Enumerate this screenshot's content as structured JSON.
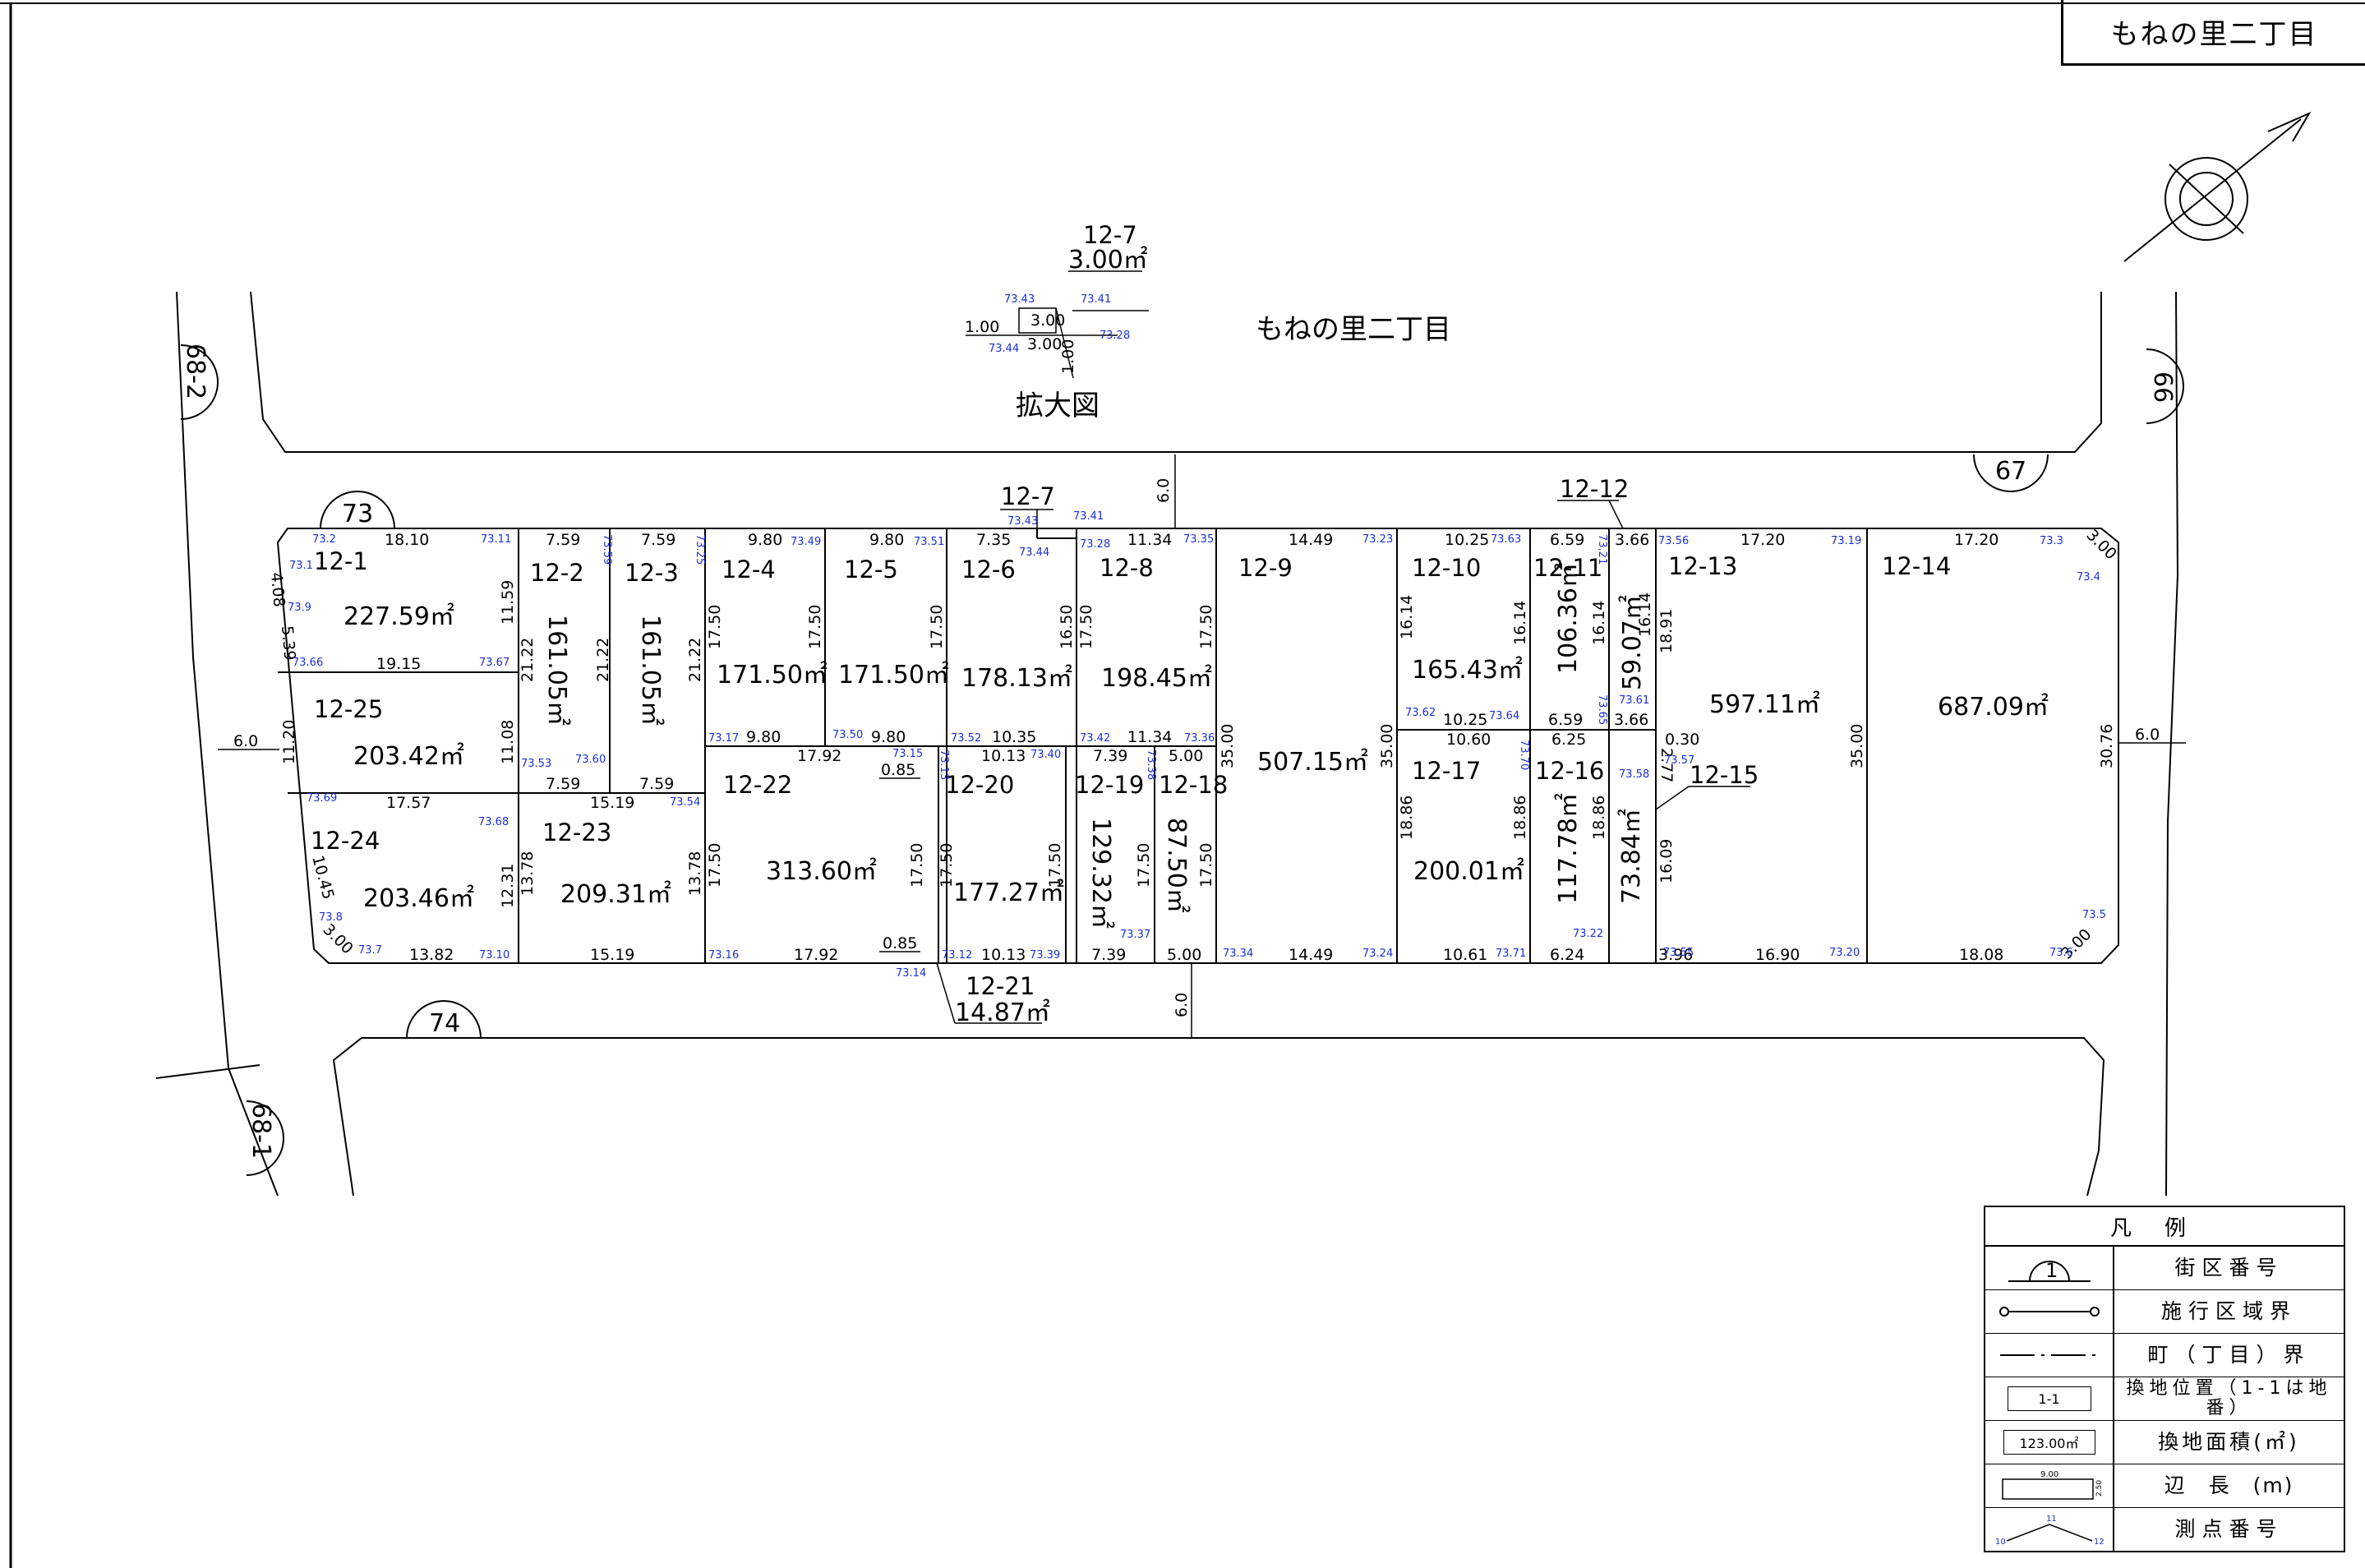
{
  "town_title": "もねの里二丁目",
  "street_label": "もねの里二丁目",
  "inset": {
    "caption": "拡大図",
    "lot_no": "12-7",
    "area": "3.00㎡",
    "dims": [
      "3.00",
      "3.00",
      "1.00",
      "1.00"
    ],
    "points": [
      "73.43",
      "73.41",
      "73.44",
      "73.28"
    ]
  },
  "blocks": {
    "b73": "73",
    "b74": "74",
    "b67": "67",
    "b66": "66",
    "b68_2": "68-2",
    "b68_1": "68-1"
  },
  "road_widths": [
    "6.0",
    "6.0",
    "6.0",
    "6.0"
  ],
  "lots": [
    {
      "no": "12-1",
      "area": "227.59㎡"
    },
    {
      "no": "12-2",
      "area": "161.05㎡"
    },
    {
      "no": "12-3",
      "area": "161.05㎡"
    },
    {
      "no": "12-4",
      "area": "171.50㎡"
    },
    {
      "no": "12-5",
      "area": "171.50㎡"
    },
    {
      "no": "12-6",
      "area": "178.13㎡"
    },
    {
      "no": "12-7",
      "area": ""
    },
    {
      "no": "12-8",
      "area": "198.45㎡"
    },
    {
      "no": "12-9",
      "area": "507.15㎡"
    },
    {
      "no": "12-10",
      "area": "165.43㎡"
    },
    {
      "no": "12-11",
      "area": "106.36㎡"
    },
    {
      "no": "12-12",
      "area": "59.07㎡"
    },
    {
      "no": "12-13",
      "area": "597.11㎡"
    },
    {
      "no": "12-14",
      "area": "687.09㎡"
    },
    {
      "no": "12-15",
      "area": "73.84㎡"
    },
    {
      "no": "12-16",
      "area": "117.78㎡"
    },
    {
      "no": "12-17",
      "area": "200.01㎡"
    },
    {
      "no": "12-18",
      "area": "87.50㎡"
    },
    {
      "no": "12-19",
      "area": "129.32㎡"
    },
    {
      "no": "12-20",
      "area": "177.27㎡"
    },
    {
      "no": "12-21",
      "area": "14.87㎡"
    },
    {
      "no": "12-22",
      "area": "313.60㎡"
    },
    {
      "no": "12-23",
      "area": "209.31㎡"
    },
    {
      "no": "12-24",
      "area": "203.46㎡"
    },
    {
      "no": "12-25",
      "area": "203.42㎡"
    }
  ],
  "dims_top": [
    "18.10",
    "7.59",
    "7.59",
    "9.80",
    "9.80",
    "7.35",
    "11.34",
    "14.49",
    "10.25",
    "6.59",
    "3.66",
    "17.20",
    "17.20"
  ],
  "dims_mid": [
    "19.15",
    "7.59",
    "7.59",
    "9.80",
    "9.80",
    "10.35",
    "11.34",
    "10.25",
    "6.59",
    "3.66",
    "17.57",
    "15.19",
    "17.92",
    "10.13",
    "7.39",
    "5.00",
    "10.60",
    "6.25",
    "0.30",
    "0.85"
  ],
  "dims_bottom": [
    "13.82",
    "15.19",
    "17.92",
    "0.85",
    "10.13",
    "7.39",
    "5.00",
    "14.49",
    "10.61",
    "6.24",
    "3.96",
    "16.90",
    "18.08"
  ],
  "dims_vertical": [
    "11.59",
    "21.22",
    "21.22",
    "21.22",
    "17.50",
    "17.50",
    "17.50",
    "16.50",
    "17.50",
    "17.50",
    "35.00",
    "35.00",
    "16.14",
    "16.14",
    "16.14",
    "16.14",
    "18.91",
    "35.00",
    "30.76",
    "11.08",
    "11.20",
    "12.31",
    "13.78",
    "13.78",
    "17.50",
    "17.50",
    "17.50",
    "17.50",
    "17.50",
    "17.50",
    "18.86",
    "18.86",
    "18.86",
    "16.09",
    "10.45",
    "3.00",
    "3.00",
    "3.00",
    "4.08",
    "5.39",
    "2.77"
  ],
  "points": [
    "73.2",
    "73.1",
    "73.9",
    "73.11",
    "73.59",
    "73.25",
    "73.49",
    "73.51",
    "73.43",
    "73.41",
    "73.44",
    "73.28",
    "73.35",
    "73.23",
    "73.63",
    "73.21",
    "73.56",
    "73.19",
    "73.3",
    "73.4",
    "73.66",
    "73.67",
    "73.53",
    "73.60",
    "73.54",
    "73.17",
    "73.50",
    "73.15",
    "73.13",
    "73.52",
    "73.40",
    "73.42",
    "73.38",
    "73.36",
    "73.62",
    "73.64",
    "73.70",
    "73.65",
    "73.61",
    "73.58",
    "73.57",
    "73.69",
    "73.68",
    "73.8",
    "73.7",
    "73.10",
    "73.16",
    "73.14",
    "73.12",
    "73.39",
    "73.37",
    "73.34",
    "73.24",
    "73.71",
    "73.22",
    "73.55",
    "73.20",
    "73.5",
    "73.6"
  ],
  "legend": {
    "title": "凡例",
    "rows": [
      {
        "symbol": "1",
        "label": "街区番号"
      },
      {
        "symbol": "",
        "label": "施行区域界"
      },
      {
        "symbol": "",
        "label": "町（丁目）界"
      },
      {
        "symbol": "1-1",
        "label": "換地位置（1-1は地番）"
      },
      {
        "symbol": "123.00㎡",
        "label": "換地面積(㎡)"
      },
      {
        "symbol": "9.00",
        "symbol2": "2.50",
        "label": "辺　長　(m)"
      },
      {
        "symbol": "11",
        "symbol2": "10",
        "symbol3": "12",
        "label": "測点番号"
      }
    ]
  }
}
